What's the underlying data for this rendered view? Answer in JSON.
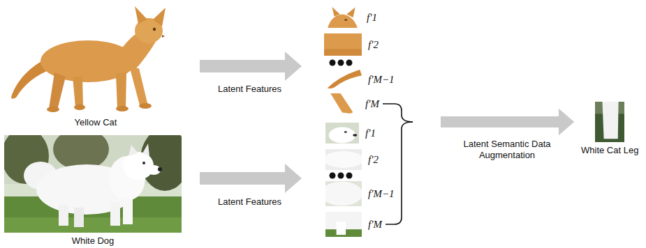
{
  "diagram": {
    "nodes": [
      {
        "text": [
          "Yellow Cat"
        ]
      },
      {
        "text": [
          "White Dog"
        ]
      },
      {
        "text": [
          "f′1"
        ]
      },
      {
        "text": [
          "f′2"
        ]
      },
      {
        "text": [
          "f′M−1"
        ]
      },
      {
        "text": [
          "f′M"
        ]
      },
      {
        "text": [
          "f′1"
        ]
      },
      {
        "text": [
          "f′2"
        ]
      },
      {
        "text": [
          "f′M−1"
        ]
      },
      {
        "text": [
          "f′M"
        ]
      },
      {
        "text": [
          "White Cat Leg"
        ]
      }
    ],
    "edges": [
      {
        "from": 5,
        "to": 10,
        "arrow": "to",
        "label": "Latent Semantic Data Augmentation"
      },
      {
        "from": 9,
        "to": 10,
        "arrow": "to"
      }
    ],
    "labels": [
      "Latent Features",
      "Latent Features"
    ]
  }
}
